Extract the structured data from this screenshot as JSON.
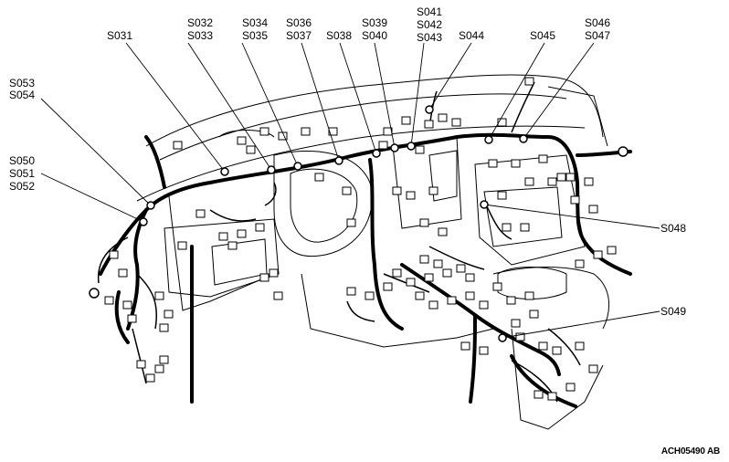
{
  "labels": {
    "s031": "S031",
    "s032": "S032",
    "s033": "S033",
    "s034": "S034",
    "s035": "S035",
    "s036": "S036",
    "s037": "S037",
    "s038": "S038",
    "s039": "S039",
    "s040": "S040",
    "s041": "S041",
    "s042": "S042",
    "s043": "S043",
    "s044": "S044",
    "s045": "S045",
    "s046": "S046",
    "s047": "S047",
    "s048": "S048",
    "s049": "S049",
    "s050": "S050",
    "s051": "S051",
    "s052": "S052",
    "s053": "S053",
    "s054": "S054"
  },
  "reference_code": "ACH05490 AB",
  "colors": {
    "line": "#000000",
    "background": "#ffffff"
  }
}
